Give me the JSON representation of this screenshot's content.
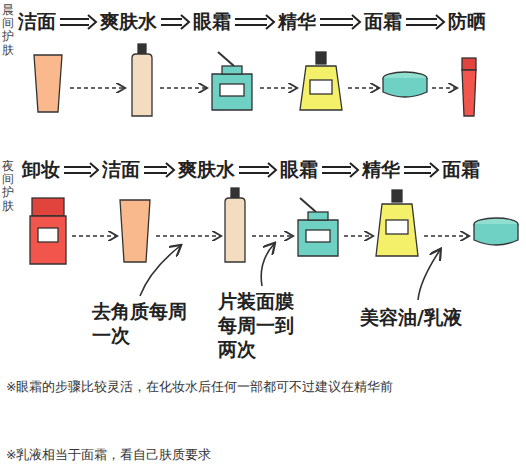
{
  "diagram": {
    "nodes": [
      {
        "text": [
          "洁面"
        ]
      },
      {
        "text": [
          "爽肤水"
        ]
      },
      {
        "text": [
          "眼霜"
        ]
      },
      {
        "text": [
          "精华"
        ]
      },
      {
        "text": [
          "面霜"
        ]
      },
      {
        "text": [
          "防晒"
        ]
      },
      {
        "text": [
          "卸妆"
        ]
      },
      {
        "text": [
          "洁面"
        ]
      },
      {
        "text": [
          "爽肤水"
        ]
      },
      {
        "text": [
          "眼霜"
        ]
      },
      {
        "text": [
          "精华"
        ]
      },
      {
        "text": [
          "面霜"
        ]
      }
    ],
    "edges": [
      {
        "from": 0,
        "to": 1,
        "arrow": "to"
      },
      {
        "from": 1,
        "to": 2,
        "arrow": "to"
      },
      {
        "from": 2,
        "to": 3,
        "arrow": "to"
      },
      {
        "from": 3,
        "to": 4,
        "arrow": "to"
      },
      {
        "from": 4,
        "to": 5,
        "arrow": "to"
      },
      {
        "from": 6,
        "to": 7,
        "arrow": "to"
      },
      {
        "from": 7,
        "to": 8,
        "arrow": "to"
      },
      {
        "from": 8,
        "to": 9,
        "arrow": "to"
      },
      {
        "from": 9,
        "to": 10,
        "arrow": "to"
      },
      {
        "from": 10,
        "to": 11,
        "arrow": "to"
      }
    ],
    "labels": [
      "晨间护肤",
      "夜间护肤",
      "去角质每周一次",
      "片装面膜每周一到两次",
      "美容油/乳液",
      "※眼霜的步骤比较灵活，在化妆水后任何一部都可不过建议在精华前",
      "※乳液相当于面霜，看自己肤质要求"
    ]
  }
}
